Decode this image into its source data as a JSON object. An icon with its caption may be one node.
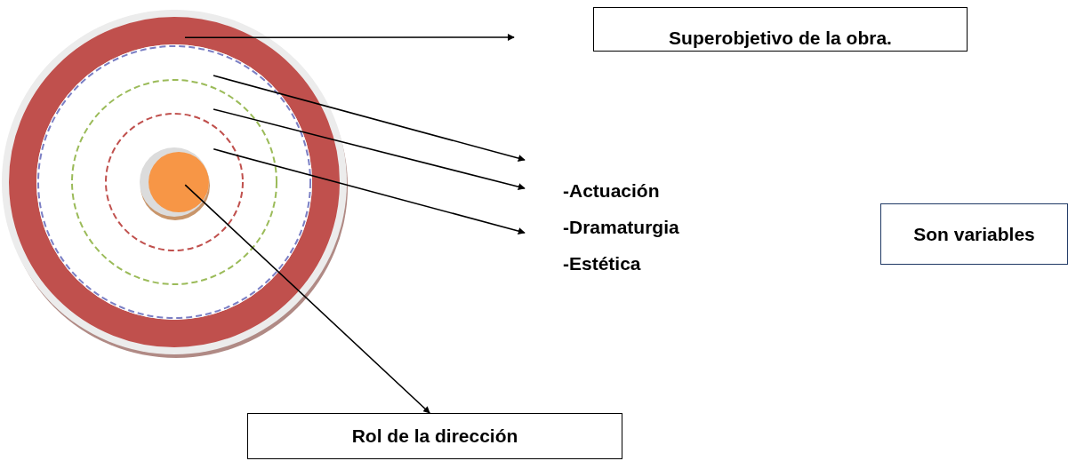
{
  "diagram": {
    "nodes": [
      {
        "text": [],
        "shape": "circle"
      },
      {
        "text": [],
        "shape": "circle",
        "in": 0
      },
      {
        "text": [],
        "shape": "circle",
        "in": 1
      },
      {
        "text": [],
        "shape": "circle",
        "in": 2
      },
      {
        "text": [],
        "shape": "circle",
        "in": 3
      },
      {
        "text": [
          "Superobjetivo de la obra."
        ]
      },
      {
        "text": [
          "Son variables"
        ]
      },
      {
        "text": [
          "Rol de la dirección"
        ]
      }
    ],
    "edges": [
      {
        "from": 0,
        "to": null,
        "arrow": "to"
      },
      {
        "from": 1,
        "to": null,
        "arrow": "to"
      },
      {
        "from": 2,
        "to": null,
        "arrow": "to"
      },
      {
        "from": 3,
        "to": null,
        "arrow": "to"
      },
      {
        "from": 4,
        "to": 7,
        "arrow": "to"
      }
    ],
    "labels": [
      "-Actuación",
      "-Dramaturgia",
      "-Estética"
    ]
  }
}
